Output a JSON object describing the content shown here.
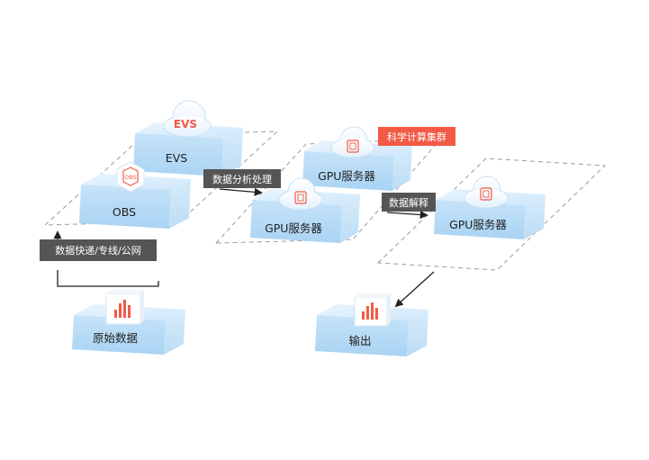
{
  "nodes": {
    "evs": {
      "icon_text": "EVS",
      "label": "EVS"
    },
    "obs": {
      "icon_text": "OBS",
      "label": "OBS"
    },
    "gpu_top": {
      "label": "GPU服务器"
    },
    "gpu_mid": {
      "label": "GPU服务器"
    },
    "gpu_right": {
      "label": "GPU服务器"
    },
    "source": {
      "label": "原始数据"
    },
    "output": {
      "label": "输出"
    }
  },
  "tags": {
    "transfer": "数据快递/专线/公网",
    "analysis": "数据分析处理",
    "interpret": "数据解释",
    "cluster": "科学计算集群"
  },
  "colors": {
    "box_top": "#dcefff",
    "box_left": "#b9dcf6",
    "box_right": "#cde6fa",
    "accent": "#f25a45",
    "tag_dark": "#555555",
    "dash": "#9a9a9a"
  },
  "icons": {
    "cloud": "cloud-icon",
    "chip": "chip-icon",
    "bar_chart": "bar-chart-icon",
    "hexagon": "hexagon-icon"
  }
}
